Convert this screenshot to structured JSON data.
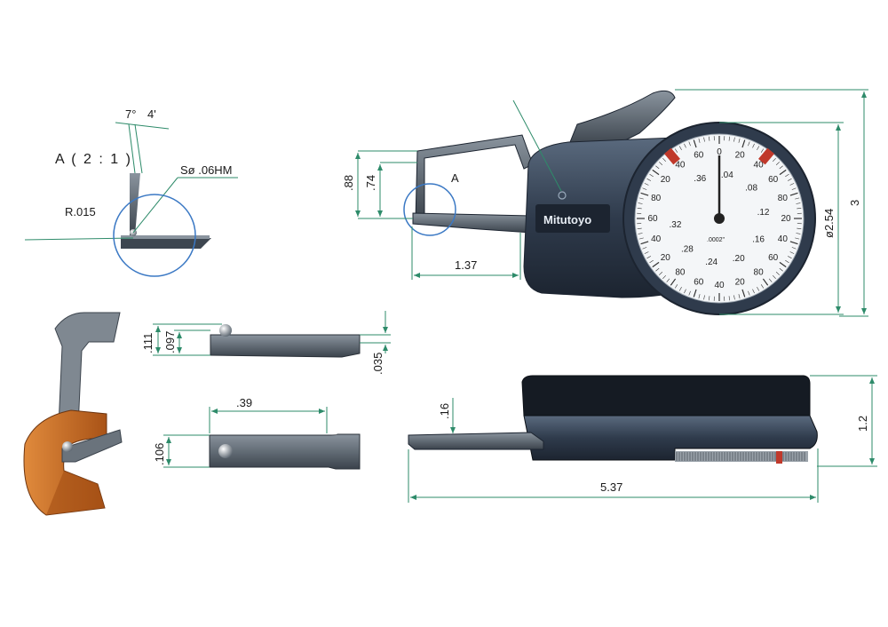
{
  "detail_view": {
    "title": "A ( 2 : 1 )",
    "angle1": "7°",
    "angle2": "4'",
    "radius": "R.015",
    "ball": "Sø .06HM"
  },
  "front_view": {
    "dim_88": ".88",
    "dim_74": ".74",
    "dim_137": "1.37",
    "label_a": "A",
    "dim_254": "ø2.54",
    "dim_3": "3",
    "brand": "Mitutoyo"
  },
  "dial": {
    "outer_numbers": [
      "0",
      "20",
      "40",
      "60",
      "80",
      "20",
      "40",
      "60",
      "80",
      "20",
      "40",
      "60",
      "80",
      "20",
      "40",
      "60",
      "80",
      "20",
      "40",
      "60"
    ],
    "inner_numbers": [
      ".36",
      ".04",
      ".08",
      ".12",
      ".16",
      ".20",
      ".24",
      ".28",
      ".32"
    ],
    "resolution": ".0002\""
  },
  "jaw_side": {
    "dim_111": ".111",
    "dim_097": ".097",
    "dim_035": ".035"
  },
  "jaw_top": {
    "dim_39": ".39",
    "dim_106": ".106"
  },
  "bottom_view": {
    "dim_16": ".16",
    "dim_12": "1.2",
    "dim_537": "5.37"
  },
  "colors": {
    "dimension_line": "#2e8b6a",
    "body_dark": "#2f3b4c",
    "dial_red": "#c0392b",
    "circle_blue": "#3a78c4",
    "part_copper": "#c96a22"
  }
}
